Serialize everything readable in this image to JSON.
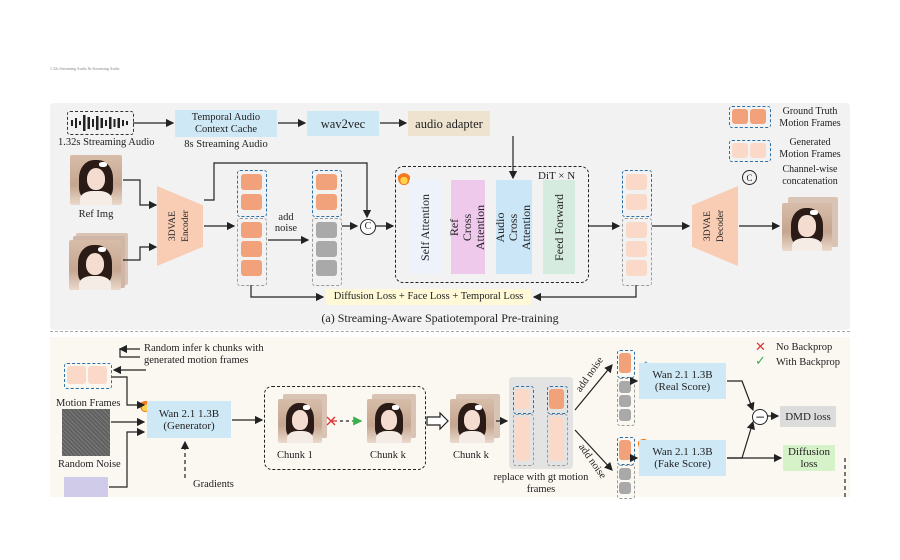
{
  "top_strip": "1.32s Streaming Audio 8s Streaming Audio",
  "panel_a": {
    "streaming_audio_label": "1.32s Streaming Audio",
    "temporal_cache_label": "Temporal Audio Context Cache",
    "cache_sub_label": "8s Streaming Audio",
    "wav2vec_label": "wav2vec",
    "audio_adapter_label": "audio adapter",
    "ref_img_label": "Ref Img",
    "encoder_label": "3DVAE Encoder",
    "add_noise_label": "add noise",
    "concat_symbol": "C",
    "dit_label": "DiT × N",
    "blocks": [
      "Self Attention",
      "Ref Cross Attention",
      "Audio Cross Attention",
      "Feed Forward"
    ],
    "decoder_label": "3DVAE Decoder",
    "loss_label": "Diffusion Loss + Face Loss + Temporal Loss",
    "caption": "(a) Streaming-Aware Spatiotemporal Pre-training",
    "legend": {
      "ground_truth": "Ground Truth Motion Frames",
      "generated": "Generated Motion Frames",
      "concat_symbol": "C",
      "concat": "Channel-wise concatenation"
    }
  },
  "panel_b": {
    "random_infer_label": "Random infer k chunks with generated motion frames",
    "motion_frames_label": "Motion Frames",
    "random_noise_label": "Random Noise",
    "generator_label": "Wan 2.1 1.3B (Generator)",
    "gradients_label": "Gradients",
    "chunk1_label": "Chunk 1",
    "chunkk_label": "Chunk k",
    "chunkk2_label": "Chunk k",
    "replace_label": "replace with gt motion frames",
    "add_noise_top": "add noise",
    "add_noise_bottom": "add noise",
    "real_score_label": "Wan 2.1 1.3B (Real Score)",
    "fake_score_label": "Wan 2.1 1.3B (Fake Score)",
    "minus_symbol": "−",
    "dmd_loss_label": "DMD loss",
    "diffusion_loss_label": "Diffusion loss",
    "no_backprop_label": "No Backprop",
    "with_backprop_label": "With Backprop"
  },
  "colors": {
    "ground_truth": "#f2a27a",
    "generated": "#fbd9c8",
    "vae": "#f8cdb4",
    "blue_box": "#cfe8f6",
    "adapter": "#ede3cf",
    "self_attn": "#eef3fb",
    "ref_attn": "#efc9ec",
    "audio_attn": "#cbe6f6",
    "ffn": "#d5ebdf",
    "dmd": "#dcdcdc",
    "diffusion": "#d6f2c9"
  }
}
